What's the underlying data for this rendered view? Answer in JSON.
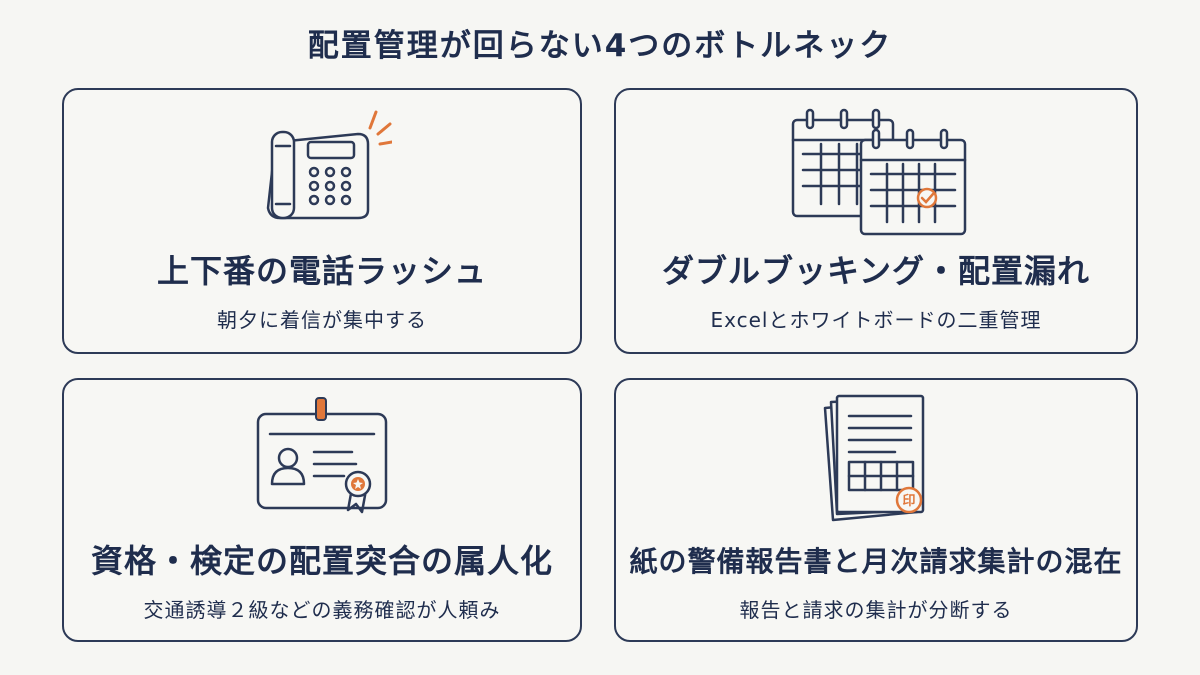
{
  "title": "配置管理が回らない4つのボトルネック",
  "cards": [
    {
      "title": "上下番の電話ラッシュ",
      "subtitle": "朝夕に着信が集中する",
      "icon": "telephone-icon"
    },
    {
      "title": "ダブルブッキング・配置漏れ",
      "subtitle": "Excelとホワイトボードの二重管理",
      "icon": "calendar-icon"
    },
    {
      "title": "資格・検定の配置突合の属人化",
      "subtitle": "交通誘導２級などの義務確認が人頼み",
      "icon": "id-badge-icon"
    },
    {
      "title": "紙の警備報告書と月次請求集計の混在",
      "subtitle": "報告と請求の集計が分断する",
      "icon": "paper-documents-icon"
    }
  ],
  "stamp_text": "印",
  "colors": {
    "ink": "#1f2d4d",
    "accent": "#e0773a",
    "background": "#f6f6f3"
  }
}
